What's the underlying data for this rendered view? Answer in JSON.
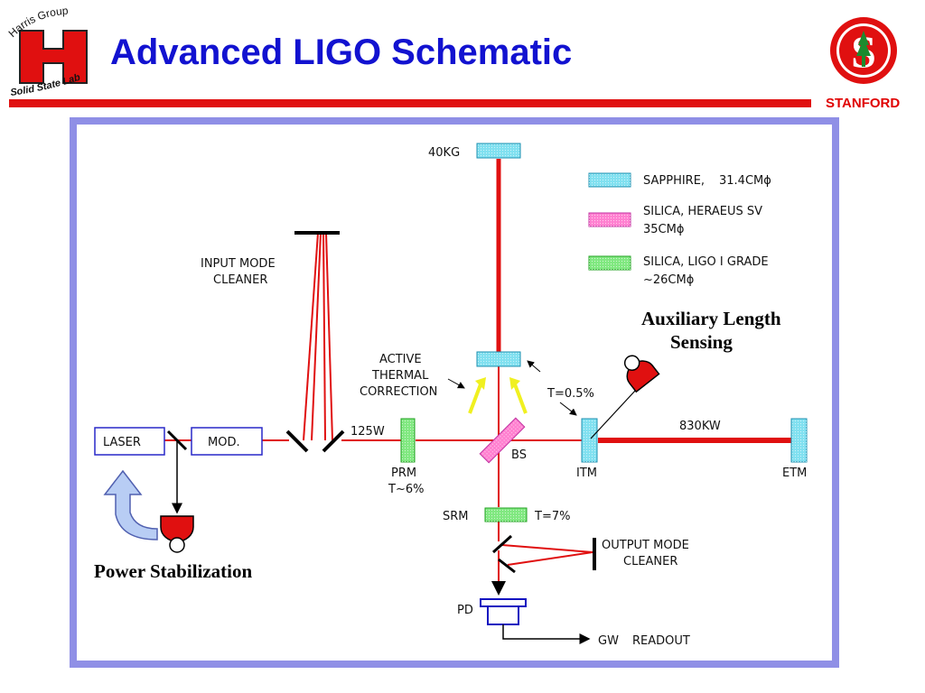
{
  "slide": {
    "title": "Advanced LIGO Schematic",
    "logo_left": {
      "top_text": "Harris Group",
      "letter": "H",
      "bottom_text": "Solid State Lab"
    },
    "logo_right": {
      "letter": "S",
      "caption": "STANFORD"
    }
  },
  "legend": [
    {
      "line1": "SAPPHIRE,",
      "line1b": "31.4CMϕ",
      "line2": "",
      "color": "#80e0f0"
    },
    {
      "line1": "SILICA,  HERAEUS  SV",
      "line1b": "",
      "line2": "35CMϕ",
      "color": "#ff80d0"
    },
    {
      "line1": "SILICA,  LIGO  I  GRADE",
      "line1b": "",
      "line2": "~26CMϕ",
      "color": "#80e880"
    }
  ],
  "labels": {
    "mass_40kg": "40KG",
    "input_mode_cleaner_1": "INPUT  MODE",
    "input_mode_cleaner_2": "CLEANER",
    "laser": "LASER",
    "mod": "MOD.",
    "power_125w": "125W",
    "prm": "PRM",
    "prm_t": "T~6%",
    "bs": "BS",
    "itm": "ITM",
    "etm": "ETM",
    "power_830kw": "830KW",
    "itm_t": "T=0.5%",
    "active_thermal_1": "ACTIVE",
    "active_thermal_2": "THERMAL",
    "active_thermal_3": "CORRECTION",
    "srm": "SRM",
    "srm_t": "T=7%",
    "omc_1": "OUTPUT  MODE",
    "omc_2": "CLEANER",
    "pd": "PD",
    "gw": "GW",
    "readout": "READOUT",
    "aux_1": "Auxiliary Length",
    "aux_2": "Sensing",
    "power_stab": "Power Stabilization"
  }
}
